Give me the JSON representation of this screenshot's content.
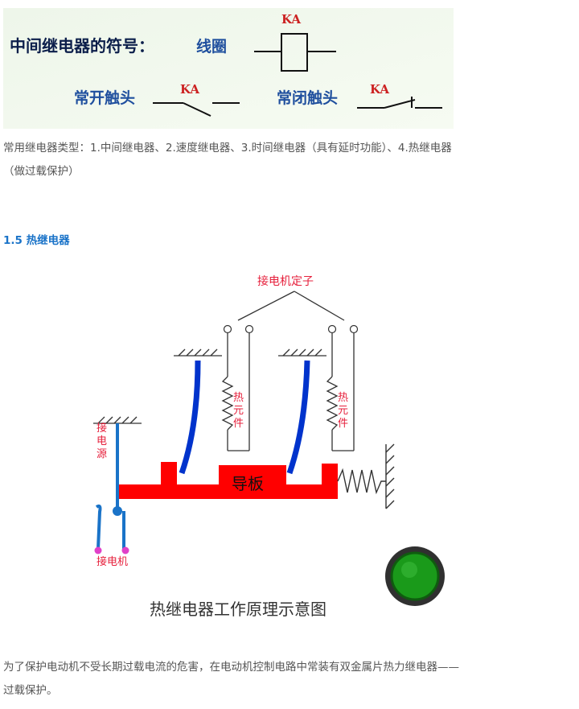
{
  "symbol_figure": {
    "title": "中间继电器的符号：",
    "coil_label": "线圈",
    "coil_tag": "KA",
    "no_label": "常开触头",
    "no_tag": "KA",
    "nc_label": "常闭触头",
    "nc_tag": "KA"
  },
  "intro_line1": "常用继电器类型：1.中间继电器、2.速度继电器、3.时间继电器（具有延时功能）、4.热继电器",
  "intro_line2": "（做过载保护）",
  "section_heading": "1.5 热继电器",
  "diagram": {
    "stator_label": "接电机定子",
    "heater_left": [
      "热",
      "元",
      "件"
    ],
    "heater_right": [
      "热",
      "元",
      "件"
    ],
    "source_label": [
      "接",
      "电",
      "源"
    ],
    "guide_label": "导板",
    "motor_label": "接电机",
    "caption": "热继电器工作原理示意图",
    "colors": {
      "bimetal": "#0033cc",
      "guide": "#ff0000",
      "button": "#1a9a1a"
    }
  },
  "body_line1": "为了保护电动机不受长期过载电流的危害，在电动机控制电路中常装有双金属片热力继电器——",
  "body_line2": "过载保护。"
}
